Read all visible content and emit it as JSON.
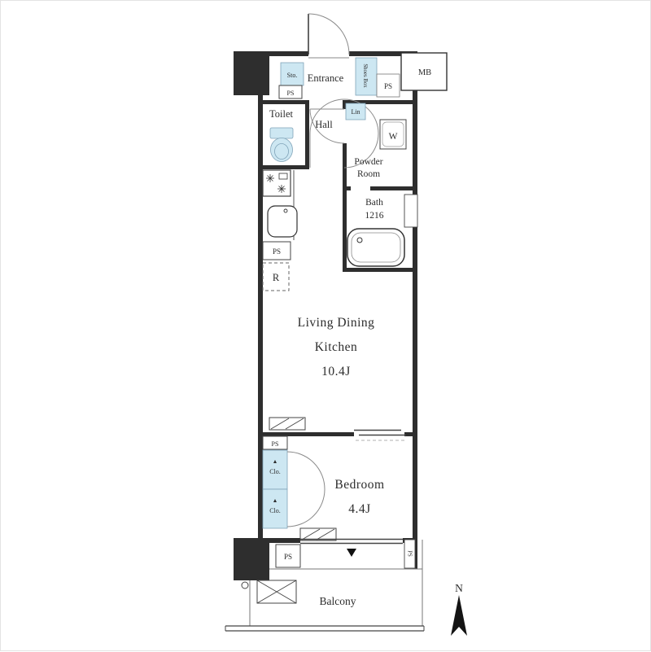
{
  "plan": {
    "rooms": {
      "entrance": "Entrance",
      "toilet": "Toilet",
      "hall": "Hall",
      "powder_room": [
        "Powder",
        "Room"
      ],
      "bath": [
        "Bath",
        "1216"
      ],
      "ldk": [
        "Living Dining",
        "Kitchen",
        "10.4J"
      ],
      "bedroom": [
        "Bedroom",
        "4.4J"
      ],
      "balcony": "Balcony"
    },
    "fixtures": {
      "storage": "Sto.",
      "shoes_box": "Shoes Box",
      "linen": "Lin",
      "washer": "W",
      "refrigerator": "R",
      "closet": "Clo.",
      "pipe_space": "PS",
      "meter_box": "MB"
    },
    "markers": {
      "north": "N",
      "window": "▼",
      "closet_door": "▲"
    },
    "colors": {
      "fixture_fill": "#cde7f2",
      "wall": "#2e2e2e"
    }
  }
}
